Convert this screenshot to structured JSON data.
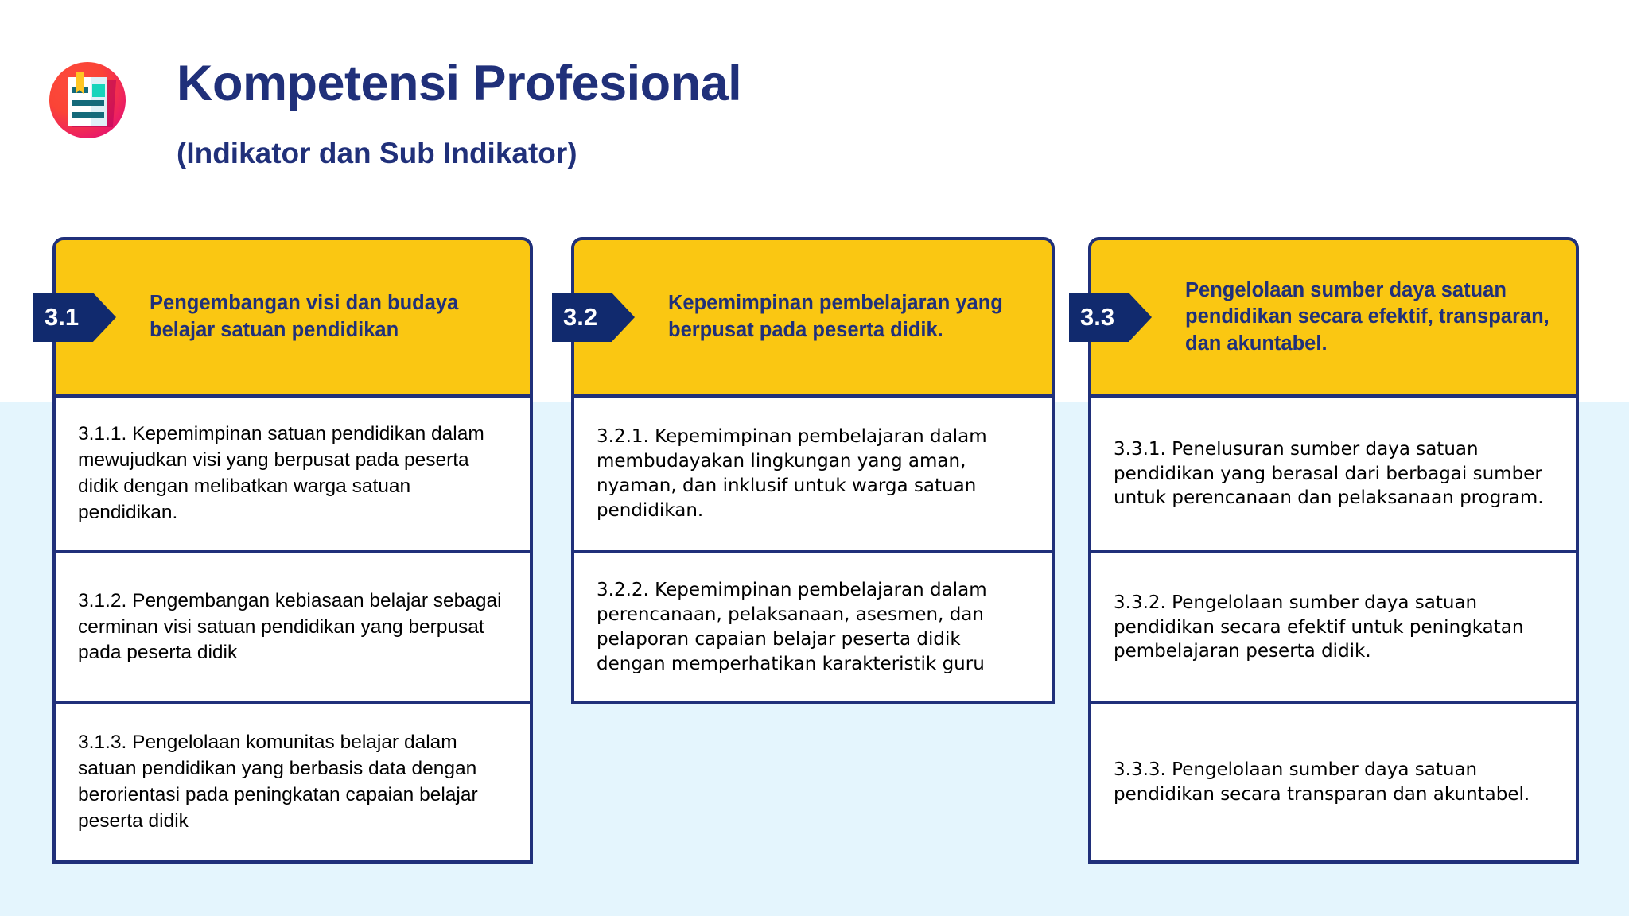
{
  "page": {
    "title": "Kompetensi Profesional",
    "subtitle": "(Indikator dan Sub Indikator)",
    "brand_icon": "notebook-document-icon",
    "colors": {
      "navy": "#20307a",
      "badge_navy": "#112a6e",
      "yellow": "#fac712",
      "background_top": "#ffffff",
      "background_bottom": "#e4f5fd",
      "body_text": "#000000"
    }
  },
  "columns": [
    {
      "badge": "3.1",
      "heading": "Pengembangan visi dan budaya belajar satuan pendidikan",
      "items": [
        "3.1.1. Kepemimpinan satuan pendidikan dalam mewujudkan visi yang berpusat pada peserta didik dengan melibatkan warga satuan pendidikan.",
        "3.1.2. Pengembangan kebiasaan belajar sebagai cerminan visi satuan pendidikan yang berpusat pada peserta didik",
        "3.1.3. Pengelolaan komunitas belajar dalam satuan pendidikan yang berbasis data dengan berorientasi pada peningkatan capaian belajar peserta didik"
      ]
    },
    {
      "badge": "3.2",
      "heading": "Kepemimpinan pembelajaran yang berpusat pada peserta didik.",
      "items": [
        "3.2.1. Kepemimpinan pembelajaran dalam membudayakan lingkungan yang aman, nyaman, dan inklusif untuk warga satuan pendidikan.",
        "3.2.2. Kepemimpinan pembelajaran dalam perencanaan, pelaksanaan, asesmen, dan pelaporan capaian belajar peserta didik dengan memperhatikan karakteristik guru"
      ]
    },
    {
      "badge": "3.3",
      "heading": "Pengelolaan sumber daya satuan pendidikan secara efektif, transparan, dan akuntabel.",
      "items": [
        "3.3.1. Penelusuran sumber daya satuan pendidikan yang berasal dari berbagai sumber untuk perencanaan dan pelaksanaan program.",
        "3.3.2. Pengelolaan sumber daya satuan pendidikan secara efektif untuk peningkatan pembelajaran peserta didik.",
        "3.3.3.  Pengelolaan sumber daya satuan pendidikan secara transparan dan akuntabel."
      ]
    }
  ]
}
